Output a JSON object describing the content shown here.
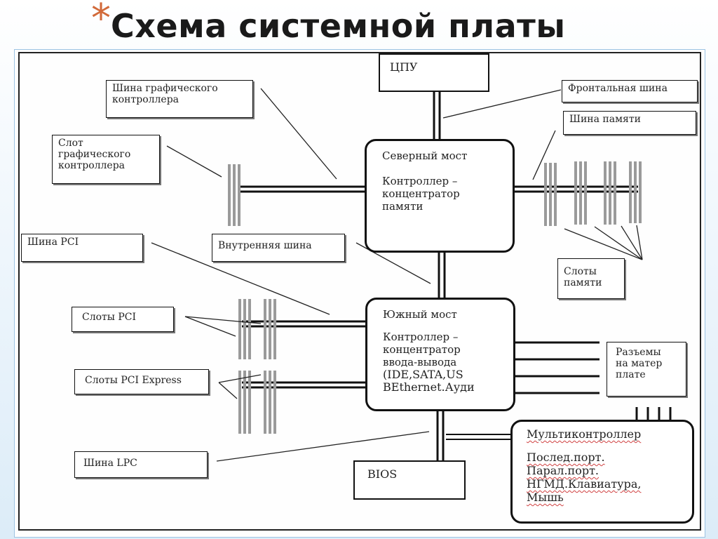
{
  "title": {
    "star": "*",
    "text": "Схема системной платы"
  },
  "cpu": {
    "label": "ЦПУ"
  },
  "north_bridge": {
    "title": "Северный мост",
    "subtitle": "Контроллер –\nконцентратор\nпамяти"
  },
  "south_bridge": {
    "title": "Южный мост",
    "subtitle": "Контроллер –\nконцентратор\nввода-вывода",
    "detail": "(IDE,SATA,US\nBEthernet.Ауди"
  },
  "bios": {
    "label": "BIOS"
  },
  "multicontroller": {
    "title": "Мультиконтроллер",
    "items": "Послед.порт.\nПарал.порт.\nНГМД.Клавиатура,\nМышь"
  },
  "labels": {
    "graphics_bus": "Шина графического\nконтроллера",
    "graphics_slot": "Слот\nграфического\nконтроллера",
    "front_bus": "Фронтальная шина",
    "memory_bus": "Шина памяти",
    "pci_bus": "Шина PCI",
    "internal_bus": "Внутренняя шина",
    "memory_slots": "Слоты\nпамяти",
    "pci_slots": "Слоты PCI",
    "pcie_slots": "Слоты PCI Express",
    "board_connectors": "Разъемы\nна матер\nплате",
    "lpc_bus": "Шина LPC"
  }
}
